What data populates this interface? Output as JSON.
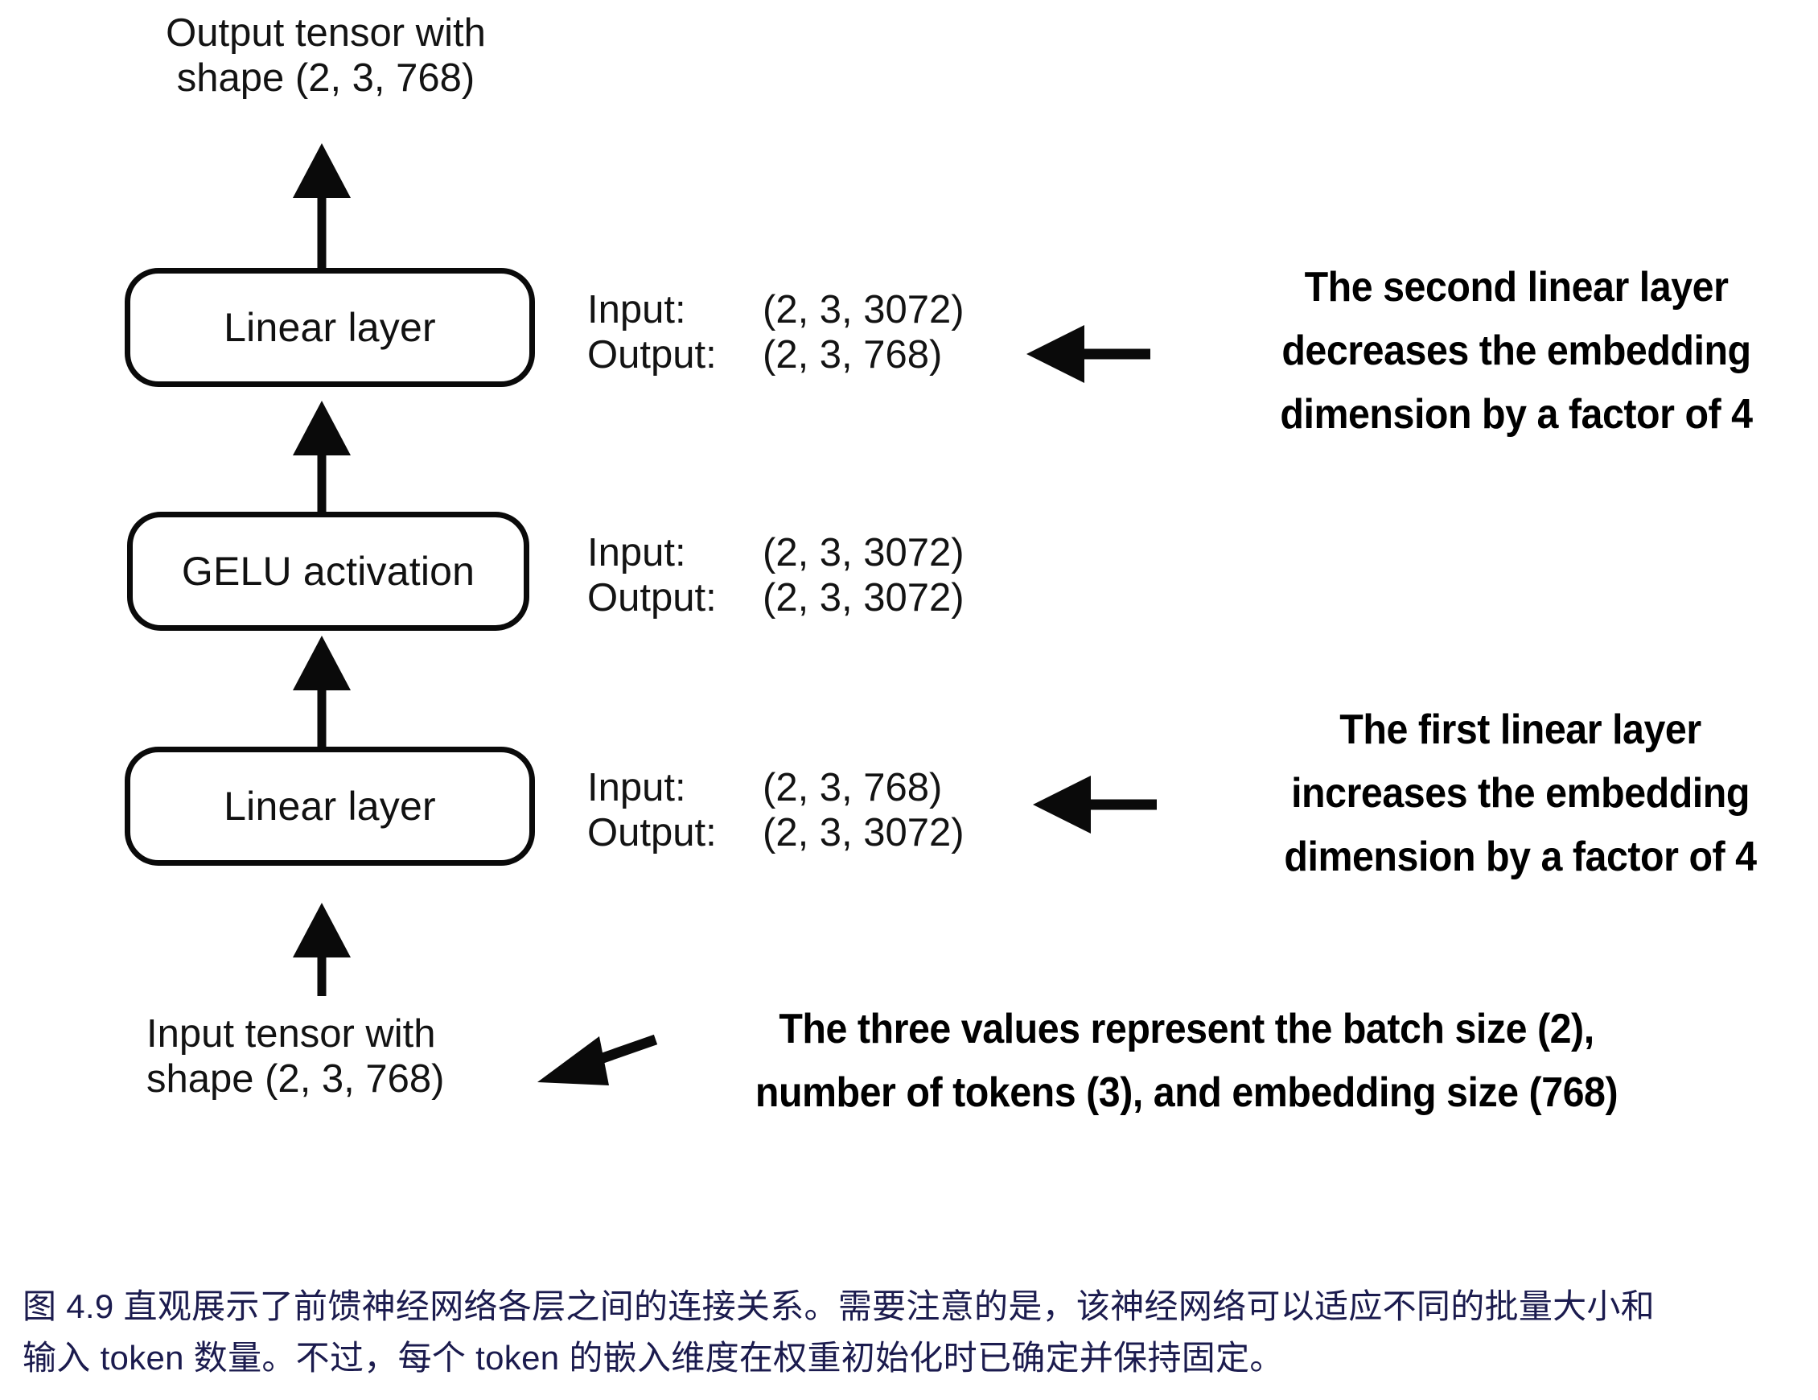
{
  "figure": {
    "top_label": "Output tensor with\nshape (2, 3, 768)",
    "bottom_label": "Input tensor with\nshape (2, 3, 768)",
    "nodes": [
      {
        "id": "linear-2",
        "label": "Linear layer"
      },
      {
        "id": "gelu",
        "label": "GELU activation"
      },
      {
        "id": "linear-1",
        "label": "Linear layer"
      }
    ],
    "io_specs": [
      {
        "for": "linear-2",
        "input_key": "Input:",
        "input_value": "(2, 3, 3072)",
        "output_key": "Output:",
        "output_value": "(2, 3, 768)"
      },
      {
        "for": "gelu",
        "input_key": "Input:",
        "input_value": "(2, 3, 3072)",
        "output_key": "Output:",
        "output_value": "(2, 3, 3072)"
      },
      {
        "for": "linear-1",
        "input_key": "Input:",
        "input_value": "(2, 3, 768)",
        "output_key": "Output:",
        "output_value": "(2, 3, 3072)"
      }
    ],
    "callouts": [
      {
        "id": "second-linear-callout",
        "text": "The second linear layer\ndecreases the embedding\ndimension by a factor of 4"
      },
      {
        "id": "first-linear-callout",
        "text": "The first linear layer\nincreases the embedding\ndimension by a factor of 4"
      },
      {
        "id": "shape-values-callout",
        "text": "The three values represent the batch size (2),\nnumber of tokens (3), and embedding size\n(768)"
      }
    ],
    "colors": {
      "stroke": "#0a0a0a",
      "text": "#131313",
      "caption": "#1b1b4e",
      "background": "#ffffff"
    }
  },
  "caption": {
    "line1": "图 4.9 直观展示了前馈神经网络各层之间的连接关系。需要注意的是，该神经网络可以适应不同的批量大小和",
    "line2": "输入 token 数量。不过，每个 token 的嵌入维度在权重初始化时已确定并保持固定。"
  }
}
